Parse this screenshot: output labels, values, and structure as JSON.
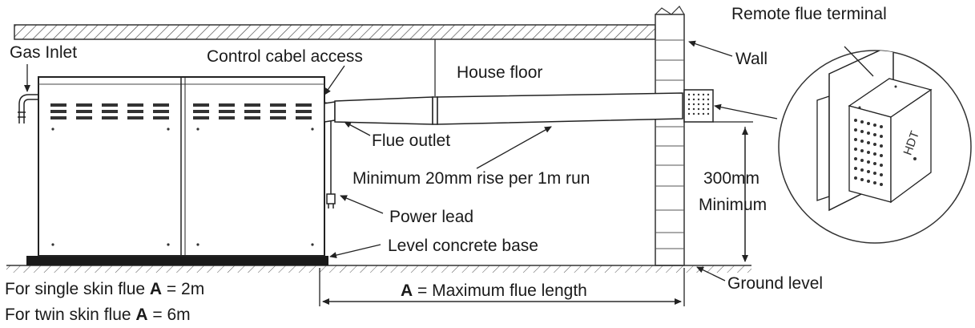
{
  "labels": {
    "gas_inlet": "Gas Inlet",
    "control_cable": "Control cabel access",
    "house_floor": "House floor",
    "wall": "Wall",
    "remote_flue_terminal": "Remote flue terminal",
    "flue_outlet": "Flue outlet",
    "min_rise": "Minimum 20mm rise per 1m run",
    "power_lead": "Power lead",
    "concrete_base": "Level concrete base",
    "ground_level": "Ground level",
    "height_value": "300mm",
    "height_note": "Minimum",
    "max_flue_symbol": "A",
    "max_flue_text": " = Maximum flue length",
    "terminal_brand": "HDT"
  },
  "notes": [
    {
      "prefix": "For single skin flue ",
      "symbol": "A",
      "suffix": " = 2m"
    },
    {
      "prefix": "For twin skin flue ",
      "symbol": "A",
      "suffix": " = 6m"
    }
  ]
}
